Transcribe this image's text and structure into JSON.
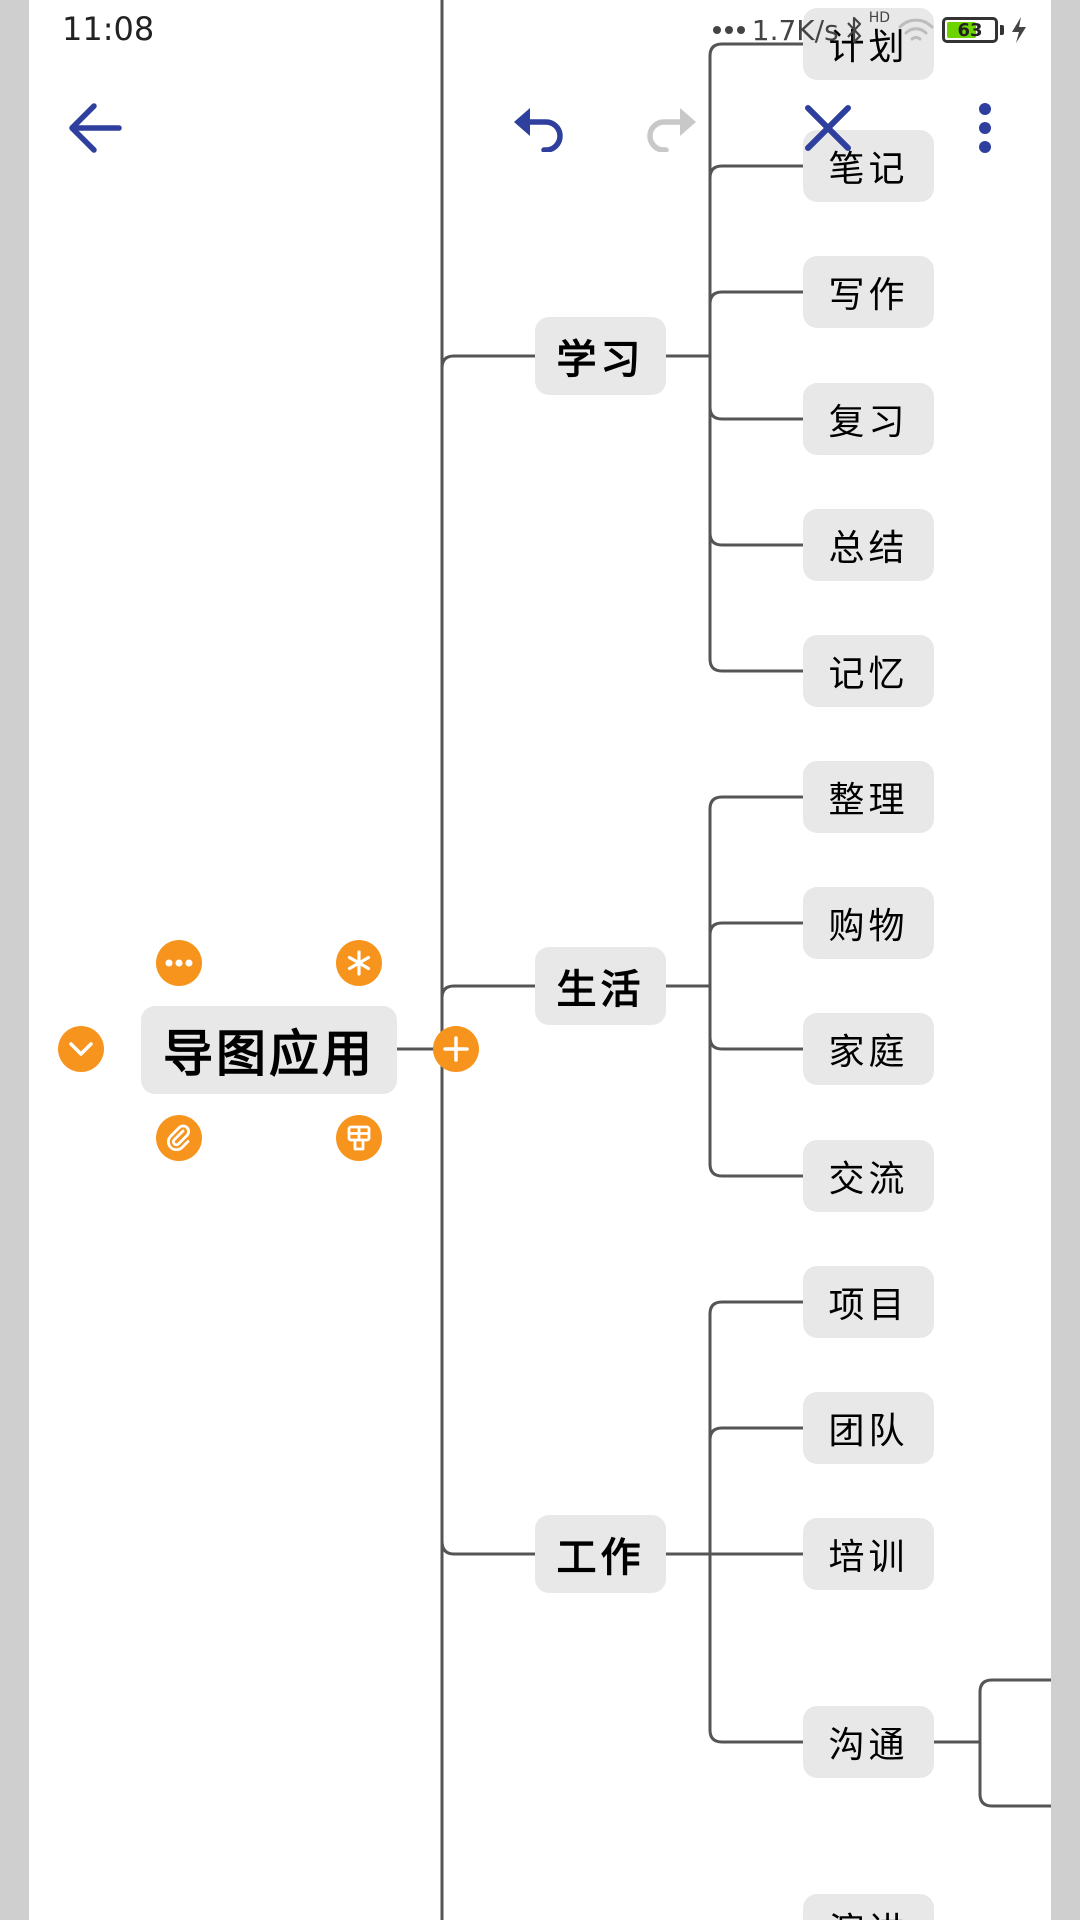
{
  "status_bar": {
    "time": "11:08",
    "network_speed": "1.7K/s",
    "hd_label": "HD",
    "battery_level": "63",
    "battery_fraction": 0.63,
    "icons": [
      "signal-dots-icon",
      "bluetooth-icon",
      "wifi-icon",
      "battery-icon",
      "charging-icon"
    ]
  },
  "toolbar": {
    "back_icon": "arrow-left-icon",
    "undo_icon": "undo-icon",
    "redo_icon": "redo-icon",
    "close_icon": "close-icon",
    "more_icon": "more-vertical-icon"
  },
  "colors": {
    "toolbar_icon": "#2f3f9e",
    "redo_disabled": "#c8c8c8",
    "accent_orange": "#f7941d",
    "node_bg": "#e8e8e8",
    "connector": "#555555"
  },
  "mindmap": {
    "root": {
      "label": "导图应用",
      "actions": [
        "more-horizontal-icon",
        "asterisk-icon",
        "attachment-icon",
        "flag-icon",
        "collapse-icon",
        "add-child-icon"
      ]
    },
    "branches": [
      {
        "label": "学习",
        "children": [
          "计划",
          "笔记",
          "写作",
          "复习",
          "总结",
          "记忆"
        ]
      },
      {
        "label": "生活",
        "children": [
          "整理",
          "购物",
          "家庭",
          "交流"
        ]
      },
      {
        "label": "工作",
        "children": [
          "项目",
          "团队",
          "培训",
          "沟通"
        ]
      }
    ],
    "partial_next_label": "演讲"
  }
}
